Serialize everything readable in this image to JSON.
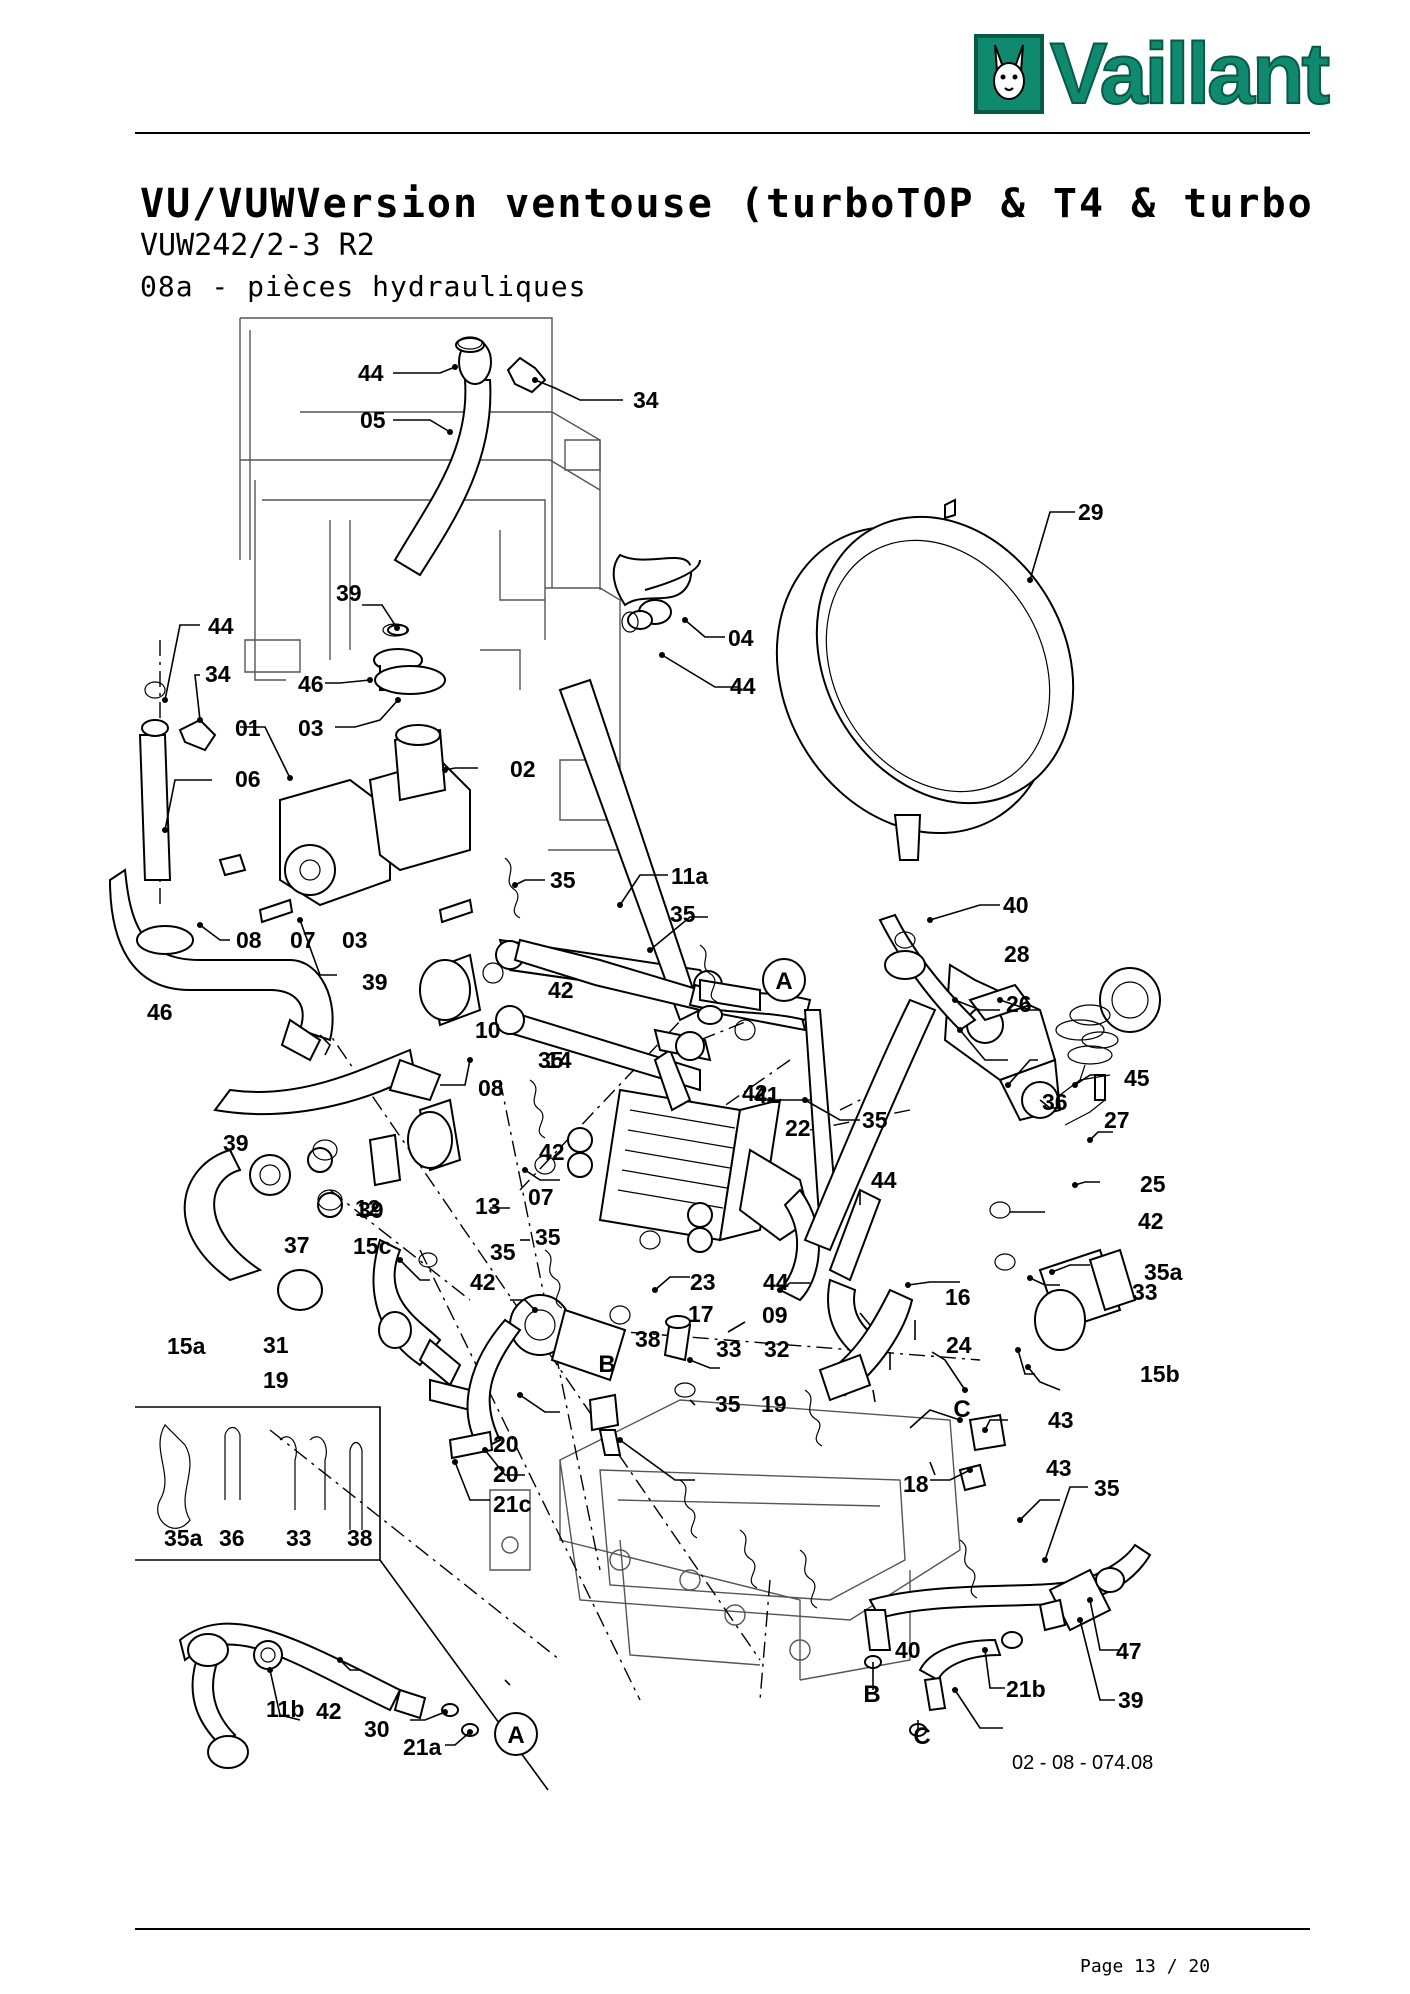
{
  "header": {
    "brand": "Vaillant",
    "title": "VU/VUWVersion ventouse (turboTOP & T4 & turbo",
    "model": "VUW242/2-3 R2",
    "section": "08a - pièces hydrauliques"
  },
  "callouts": [
    {
      "id": "lbl-44-top",
      "text": "44"
    },
    {
      "id": "lbl-34-top",
      "text": "34"
    },
    {
      "id": "lbl-05",
      "text": "05"
    },
    {
      "id": "lbl-29",
      "text": "29"
    },
    {
      "id": "lbl-39-top",
      "text": "39"
    },
    {
      "id": "lbl-04",
      "text": "04"
    },
    {
      "id": "lbl-44-b",
      "text": "44"
    },
    {
      "id": "lbl-44-left",
      "text": "44"
    },
    {
      "id": "lbl-34-left",
      "text": "34"
    },
    {
      "id": "lbl-46-top",
      "text": "46"
    },
    {
      "id": "lbl-01",
      "text": "01"
    },
    {
      "id": "lbl-03-top",
      "text": "03"
    },
    {
      "id": "lbl-02",
      "text": "02"
    },
    {
      "id": "lbl-06",
      "text": "06"
    },
    {
      "id": "lbl-35-a",
      "text": "35"
    },
    {
      "id": "lbl-11a",
      "text": "11a"
    },
    {
      "id": "lbl-40-top",
      "text": "40"
    },
    {
      "id": "lbl-35-b",
      "text": "35"
    },
    {
      "id": "lbl-08-left",
      "text": "08"
    },
    {
      "id": "lbl-07-left",
      "text": "07"
    },
    {
      "id": "lbl-03-bottom",
      "text": "03"
    },
    {
      "id": "lbl-28",
      "text": "28"
    },
    {
      "id": "lbl-46-left",
      "text": "46"
    },
    {
      "id": "lbl-39-mid",
      "text": "39"
    },
    {
      "id": "lbl-42-a",
      "text": "42"
    },
    {
      "id": "lbl-26",
      "text": "26"
    },
    {
      "id": "lbl-10",
      "text": "10"
    },
    {
      "id": "lbl-35-c",
      "text": "35"
    },
    {
      "id": "lbl-14",
      "text": "14"
    },
    {
      "id": "lbl-35-d",
      "text": "35"
    },
    {
      "id": "lbl-41",
      "text": "41"
    },
    {
      "id": "lbl-42-b",
      "text": "42"
    },
    {
      "id": "lbl-45",
      "text": "45"
    },
    {
      "id": "lbl-08-mid",
      "text": "08"
    },
    {
      "id": "lbl-36",
      "text": "36"
    },
    {
      "id": "lbl-22",
      "text": "22"
    },
    {
      "id": "lbl-27",
      "text": "27"
    },
    {
      "id": "lbl-39-c",
      "text": "39"
    },
    {
      "id": "lbl-42-c",
      "text": "42"
    },
    {
      "id": "lbl-44-c",
      "text": "44"
    },
    {
      "id": "lbl-25",
      "text": "25"
    },
    {
      "id": "lbl-12",
      "text": "12"
    },
    {
      "id": "lbl-13",
      "text": "13"
    },
    {
      "id": "lbl-07-mid",
      "text": "07"
    },
    {
      "id": "lbl-42-d",
      "text": "42"
    },
    {
      "id": "lbl-39-d",
      "text": "39"
    },
    {
      "id": "lbl-37",
      "text": "37"
    },
    {
      "id": "lbl-15c",
      "text": "15c"
    },
    {
      "id": "lbl-35-e",
      "text": "35"
    },
    {
      "id": "lbl-35-f",
      "text": "35"
    },
    {
      "id": "lbl-35a-right",
      "text": "35a"
    },
    {
      "id": "lbl-33-a",
      "text": "33"
    },
    {
      "id": "lbl-42-e",
      "text": "42"
    },
    {
      "id": "lbl-23",
      "text": "23"
    },
    {
      "id": "lbl-44-d",
      "text": "44"
    },
    {
      "id": "lbl-16",
      "text": "16"
    },
    {
      "id": "lbl-17",
      "text": "17"
    },
    {
      "id": "lbl-09",
      "text": "09"
    },
    {
      "id": "lbl-15a",
      "text": "15a"
    },
    {
      "id": "lbl-31",
      "text": "31"
    },
    {
      "id": "lbl-38-a",
      "text": "38"
    },
    {
      "id": "lbl-33-b",
      "text": "33"
    },
    {
      "id": "lbl-32",
      "text": "32"
    },
    {
      "id": "lbl-24",
      "text": "24"
    },
    {
      "id": "lbl-15b",
      "text": "15b"
    },
    {
      "id": "lbl-19-a",
      "text": "19"
    },
    {
      "id": "lbl-35-g",
      "text": "35"
    },
    {
      "id": "lbl-19-b",
      "text": "19"
    },
    {
      "id": "lbl-43-a",
      "text": "43"
    },
    {
      "id": "lbl-20-a",
      "text": "20"
    },
    {
      "id": "lbl-20-b",
      "text": "20"
    },
    {
      "id": "lbl-43-b",
      "text": "43"
    },
    {
      "id": "lbl-18",
      "text": "18"
    },
    {
      "id": "lbl-21c",
      "text": "21c"
    },
    {
      "id": "lbl-35-inset",
      "text": "35"
    },
    {
      "id": "lbl-35a-inset",
      "text": "35a"
    },
    {
      "id": "lbl-36-inset",
      "text": "36"
    },
    {
      "id": "lbl-33-inset",
      "text": "33"
    },
    {
      "id": "lbl-38-b",
      "text": "38"
    },
    {
      "id": "lbl-40-bottom",
      "text": "40"
    },
    {
      "id": "lbl-47",
      "text": "47"
    },
    {
      "id": "lbl-21b",
      "text": "21b"
    },
    {
      "id": "lbl-39-inset",
      "text": "39"
    },
    {
      "id": "lbl-11b",
      "text": "11b"
    },
    {
      "id": "lbl-42-inset",
      "text": "42"
    },
    {
      "id": "lbl-30",
      "text": "30"
    },
    {
      "id": "lbl-21a",
      "text": "21a"
    }
  ],
  "connectors": [
    {
      "id": "conn-A-top",
      "text": "A"
    },
    {
      "id": "conn-A-bottom",
      "text": "A"
    },
    {
      "id": "conn-B-top",
      "text": "B"
    },
    {
      "id": "conn-B-bottom",
      "text": "B"
    },
    {
      "id": "conn-C-top",
      "text": "C"
    },
    {
      "id": "conn-C-bottom",
      "text": "C"
    }
  ],
  "drawing_ref": "02 - 08 - 074.08",
  "footer": {
    "page": "Page 13 / 20"
  },
  "colors": {
    "brand": "#0f8a6e",
    "brand_dark": "#075a47",
    "ink": "#000000"
  }
}
